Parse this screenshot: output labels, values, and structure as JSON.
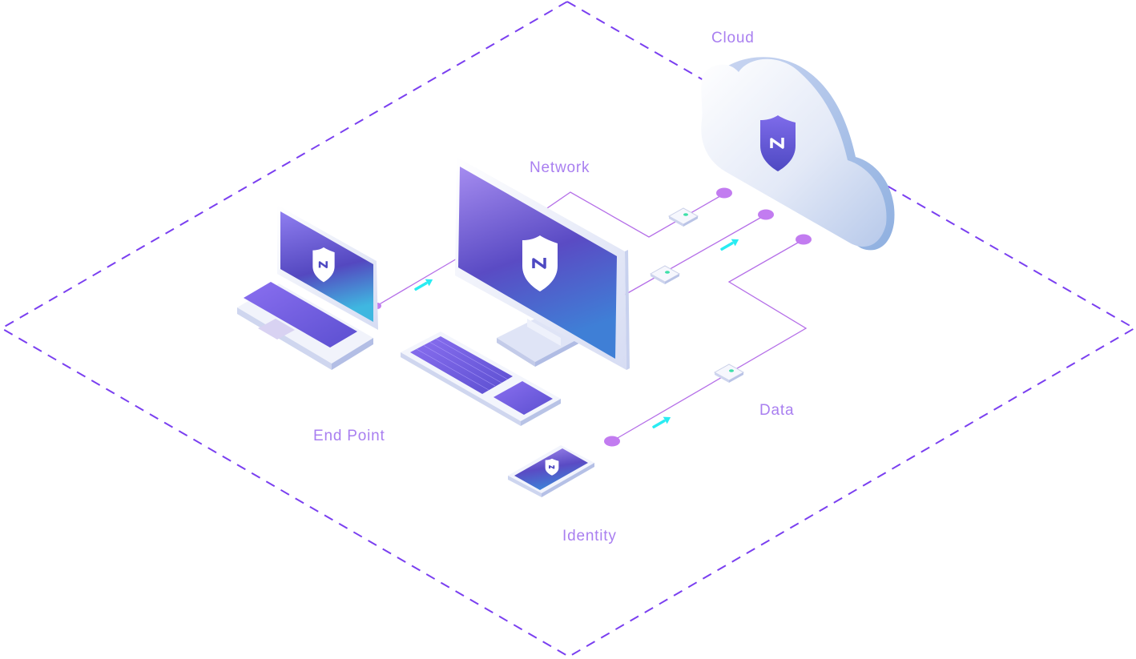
{
  "labels": {
    "cloud": "Cloud",
    "network": "Network",
    "end_point": "End Point",
    "data": "Data",
    "identity": "Identity"
  },
  "colors": {
    "boundary": "#7a3ff0",
    "connector": "#b56fe8",
    "node": "#c27cf0",
    "arrow": "#29ecf2",
    "label": "#a97ff0",
    "screen_top": "#a58cf0",
    "screen_mid": "#5a4bc4",
    "screen_bottom": "#3f7fd6",
    "cloud_light": "#f2f4fc",
    "cloud_dark": "#9db8e4",
    "shield": "#ffffff",
    "device_frame": "#e6e9f8"
  },
  "icons": [
    "shield-logo-icon",
    "arrow-icon",
    "router-icon"
  ]
}
